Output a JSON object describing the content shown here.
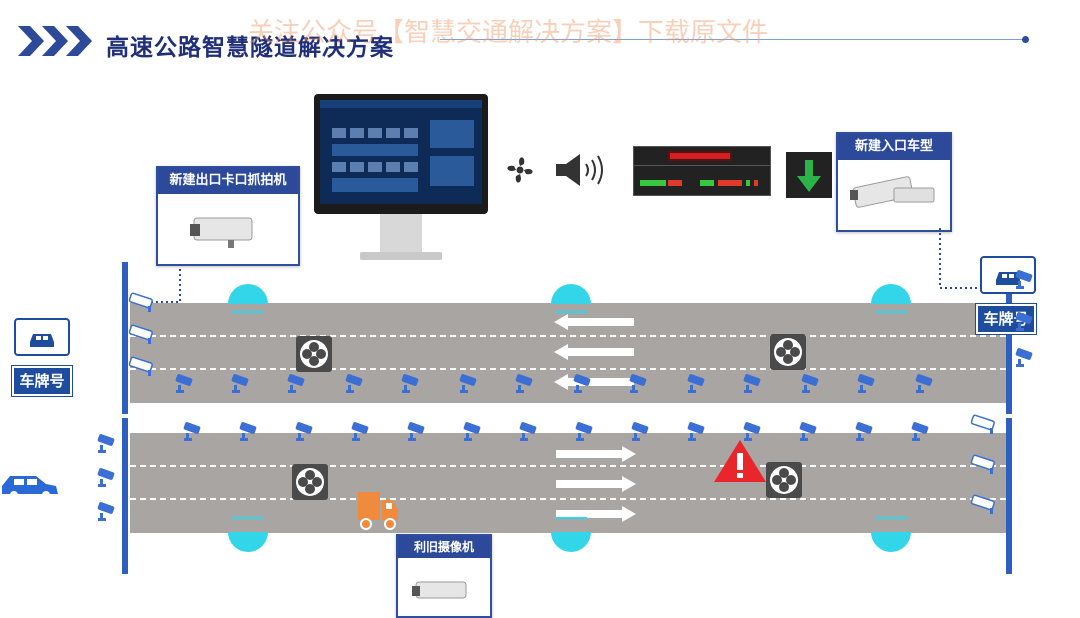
{
  "header": {
    "title": "高速公路智慧隧道解决方案",
    "watermark": "关注公众号【智慧交通解决方案】下载原文件"
  },
  "cards": {
    "exit_camera": "新建出口卡口抓拍机",
    "entry_camera": "新建入口车型",
    "reuse_camera": "利旧摄像机"
  },
  "plates": {
    "left": "车牌号",
    "right": "车牌号"
  },
  "colors": {
    "brand": "#2d4a9a",
    "camera": "#3b6fd4",
    "light": "#33d6e8",
    "warning": "#e8262b",
    "truck": "#f08a3c",
    "road": "#a9a5a3"
  },
  "icons": [
    "chevron-right-icon",
    "fan-icon",
    "speaker-icon",
    "camera-icon",
    "car-icon",
    "truck-icon",
    "warning-icon",
    "arrow-down-icon",
    "tunnel-light-icon"
  ]
}
